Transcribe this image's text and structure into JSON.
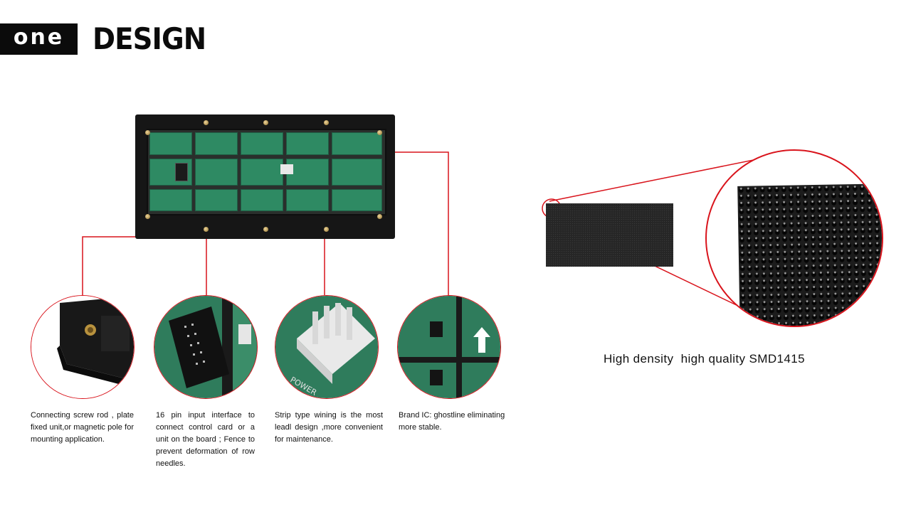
{
  "header": {
    "brand": "one",
    "title": "DESIGN"
  },
  "features": [
    {
      "caption": "Connecting screw rod , plate fixed unit,or magnetic pole for mounting application."
    },
    {
      "caption": "16 pin input interface to connect control card or a unit on the board ; Fence to prevent deformation of row needles."
    },
    {
      "caption": "Strip type wining is the most leadl design ,more convenient for maintenance."
    },
    {
      "caption": "Brand IC: ghostline eliminating more stable."
    }
  ],
  "led_panel": {
    "caption": "High density  high quality SMD1415"
  },
  "colors": {
    "accent_red": "#d9141c",
    "pcb_green": "#2e8a63",
    "brand_black": "#0b0b0b"
  }
}
